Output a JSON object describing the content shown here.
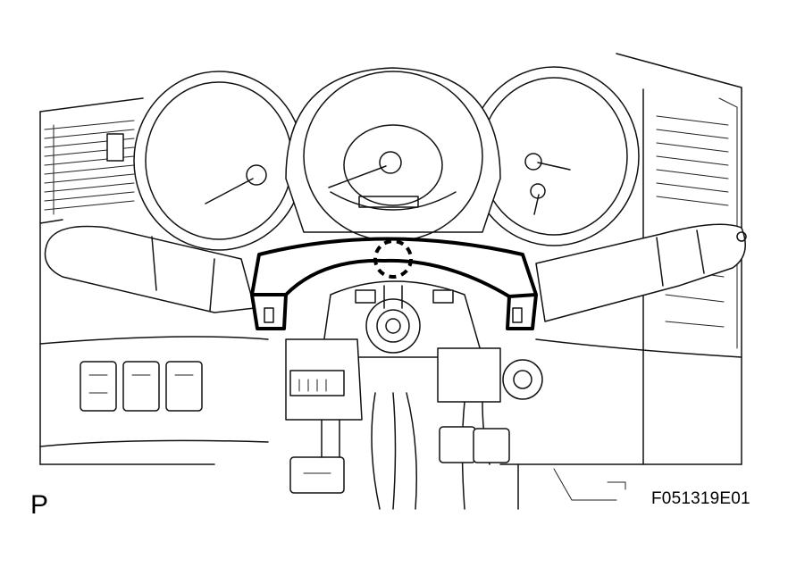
{
  "figure": {
    "view_label": "P",
    "figure_id": "F051319E01"
  },
  "parts": {
    "left-gauge": "tachometer",
    "center-gauge": "speedometer",
    "right-gauge": "fuel-and-temperature",
    "left-stalk": "headlight-dimmer-switch",
    "right-stalk": "windshield-wiper-switch",
    "highlighted-cover": "steering-column-upper-cover",
    "dashed-circle": "clip-location"
  },
  "style": {
    "line_color": "#111111",
    "background": "#ffffff"
  }
}
